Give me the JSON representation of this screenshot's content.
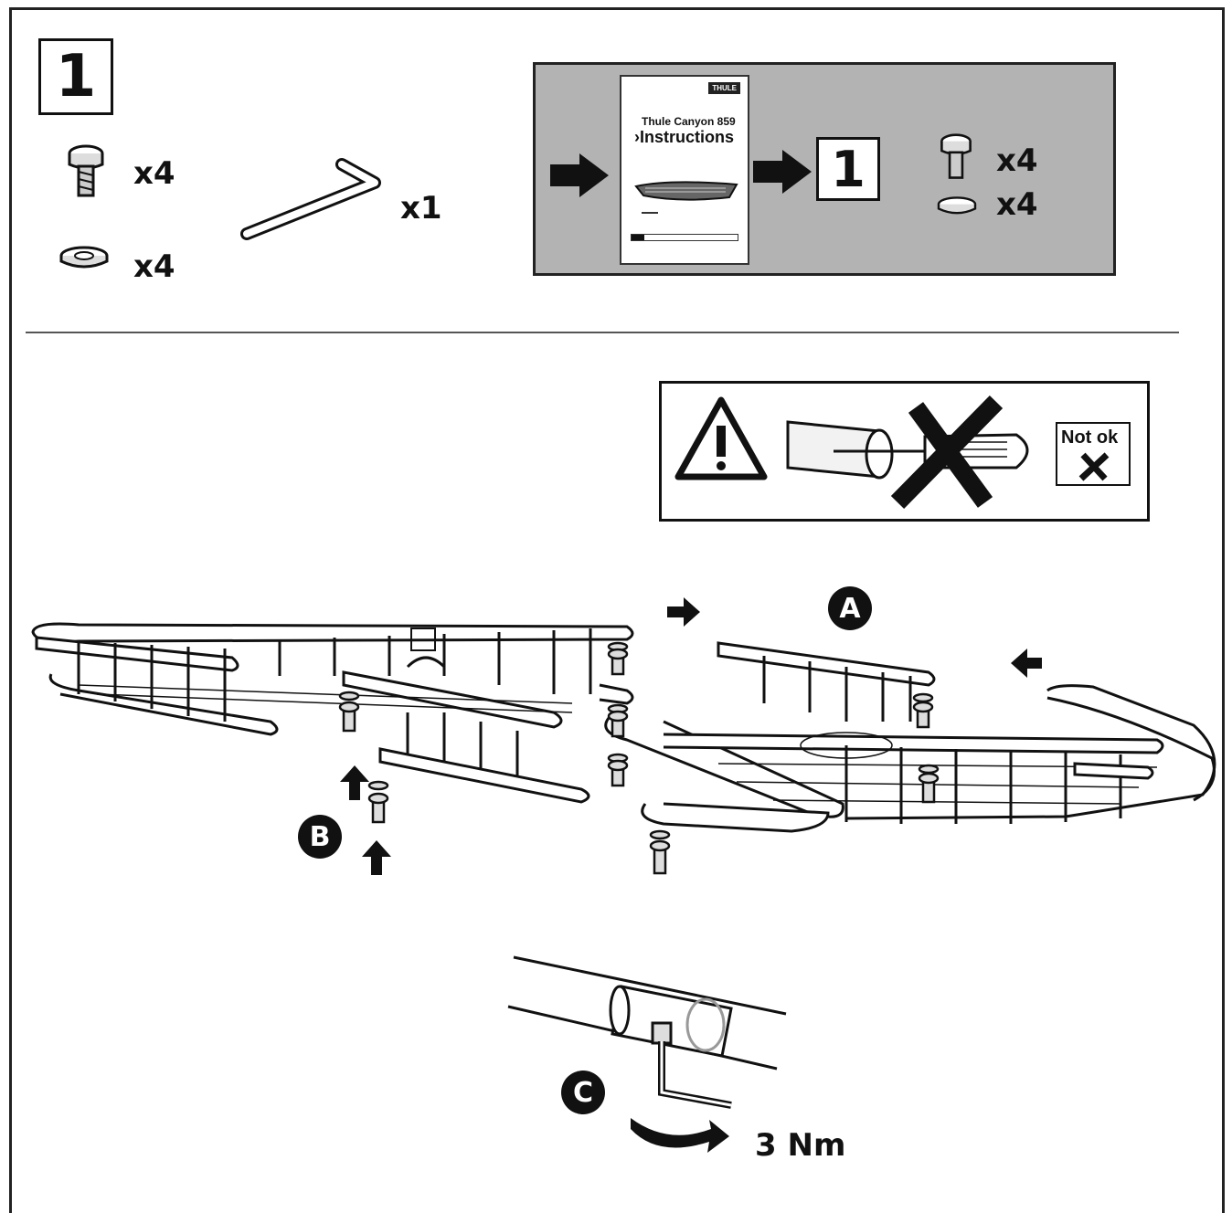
{
  "step": {
    "number": "1"
  },
  "parts": {
    "bolt_qty": "x4",
    "washer_qty": "x4",
    "hex_key_qty": "x1"
  },
  "reference_panel": {
    "booklet_brand": "THULE",
    "booklet_title": "Thule Canyon 859",
    "booklet_subtitle": "›Instructions",
    "step_ref": "1",
    "bolt_qty": "x4",
    "washer_qty": "x4"
  },
  "warning": {
    "not_ok_label": "Not ok"
  },
  "callouts": {
    "a": "A",
    "b": "B",
    "c": "C"
  },
  "torque": "3 Nm"
}
